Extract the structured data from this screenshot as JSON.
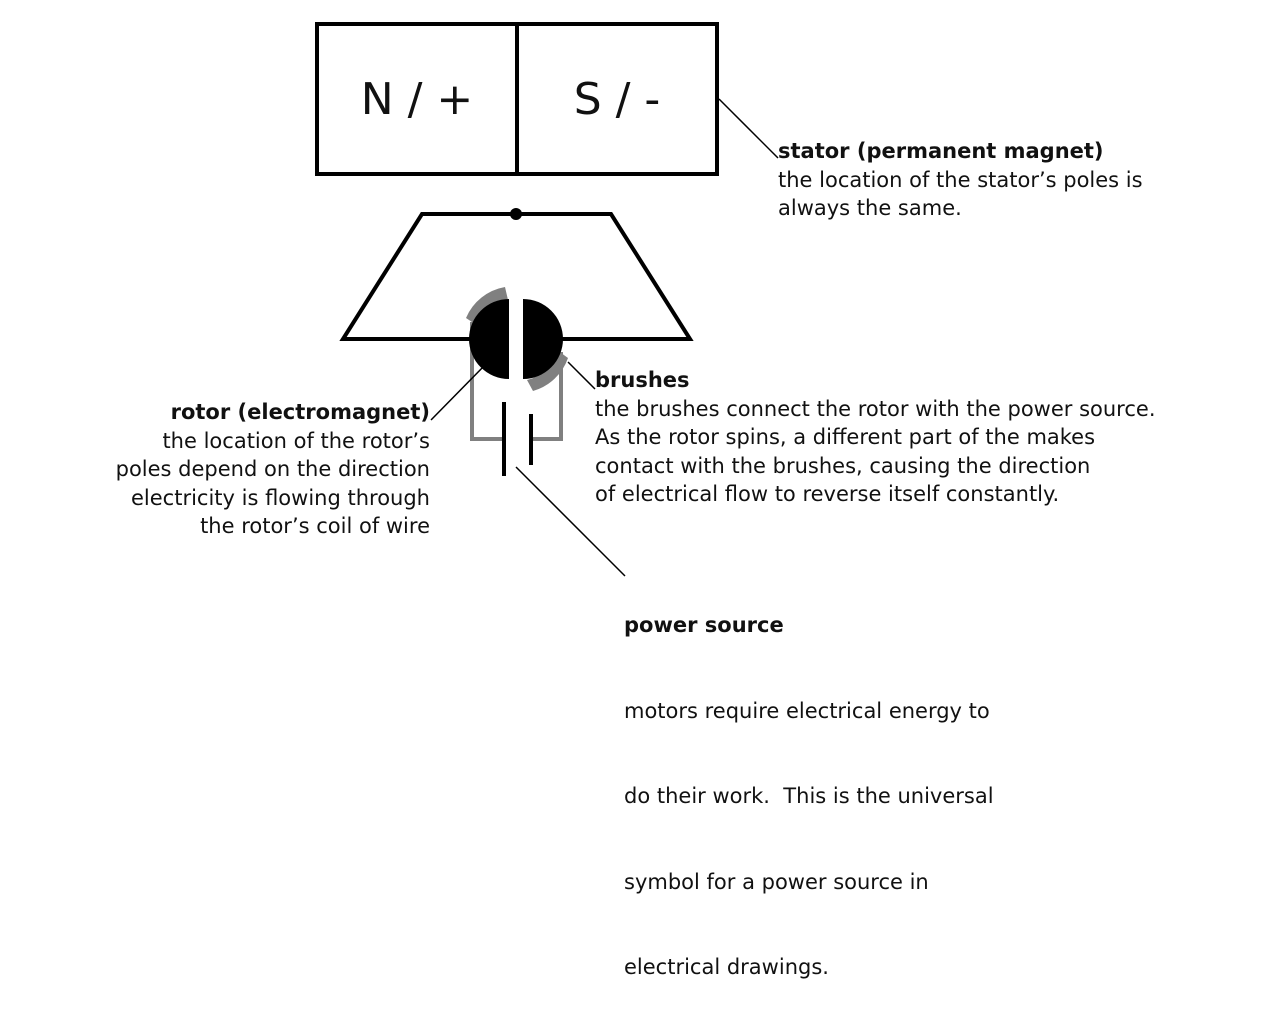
{
  "stator": {
    "left_pole": "N / +",
    "right_pole": "S / -"
  },
  "colors": {
    "stroke": "#000000",
    "brush": "#808080",
    "text": "#111111",
    "background": "#ffffff"
  },
  "callouts": {
    "stator": {
      "title": "stator (permanent magnet)",
      "lines": [
        "the location of the stator’s poles is",
        "always the same."
      ]
    },
    "rotor": {
      "title": "rotor (electromagnet)",
      "lines": [
        "the location of the rotor’s",
        "poles depend on the direction",
        "electricity is flowing through",
        "the rotor’s coil of wire"
      ]
    },
    "brushes": {
      "title": "brushes",
      "lines": [
        "the brushes connect the rotor with the power source.",
        "As the rotor spins, a different part of the makes",
        "contact with the brushes, causing the direction",
        "of electrical flow to reverse itself constantly."
      ]
    },
    "power_source": {
      "title": "power source",
      "lines": [
        "motors require electrical energy to",
        "do their work.  This is the universal",
        "symbol for a power source in",
        "electrical drawings."
      ]
    }
  }
}
